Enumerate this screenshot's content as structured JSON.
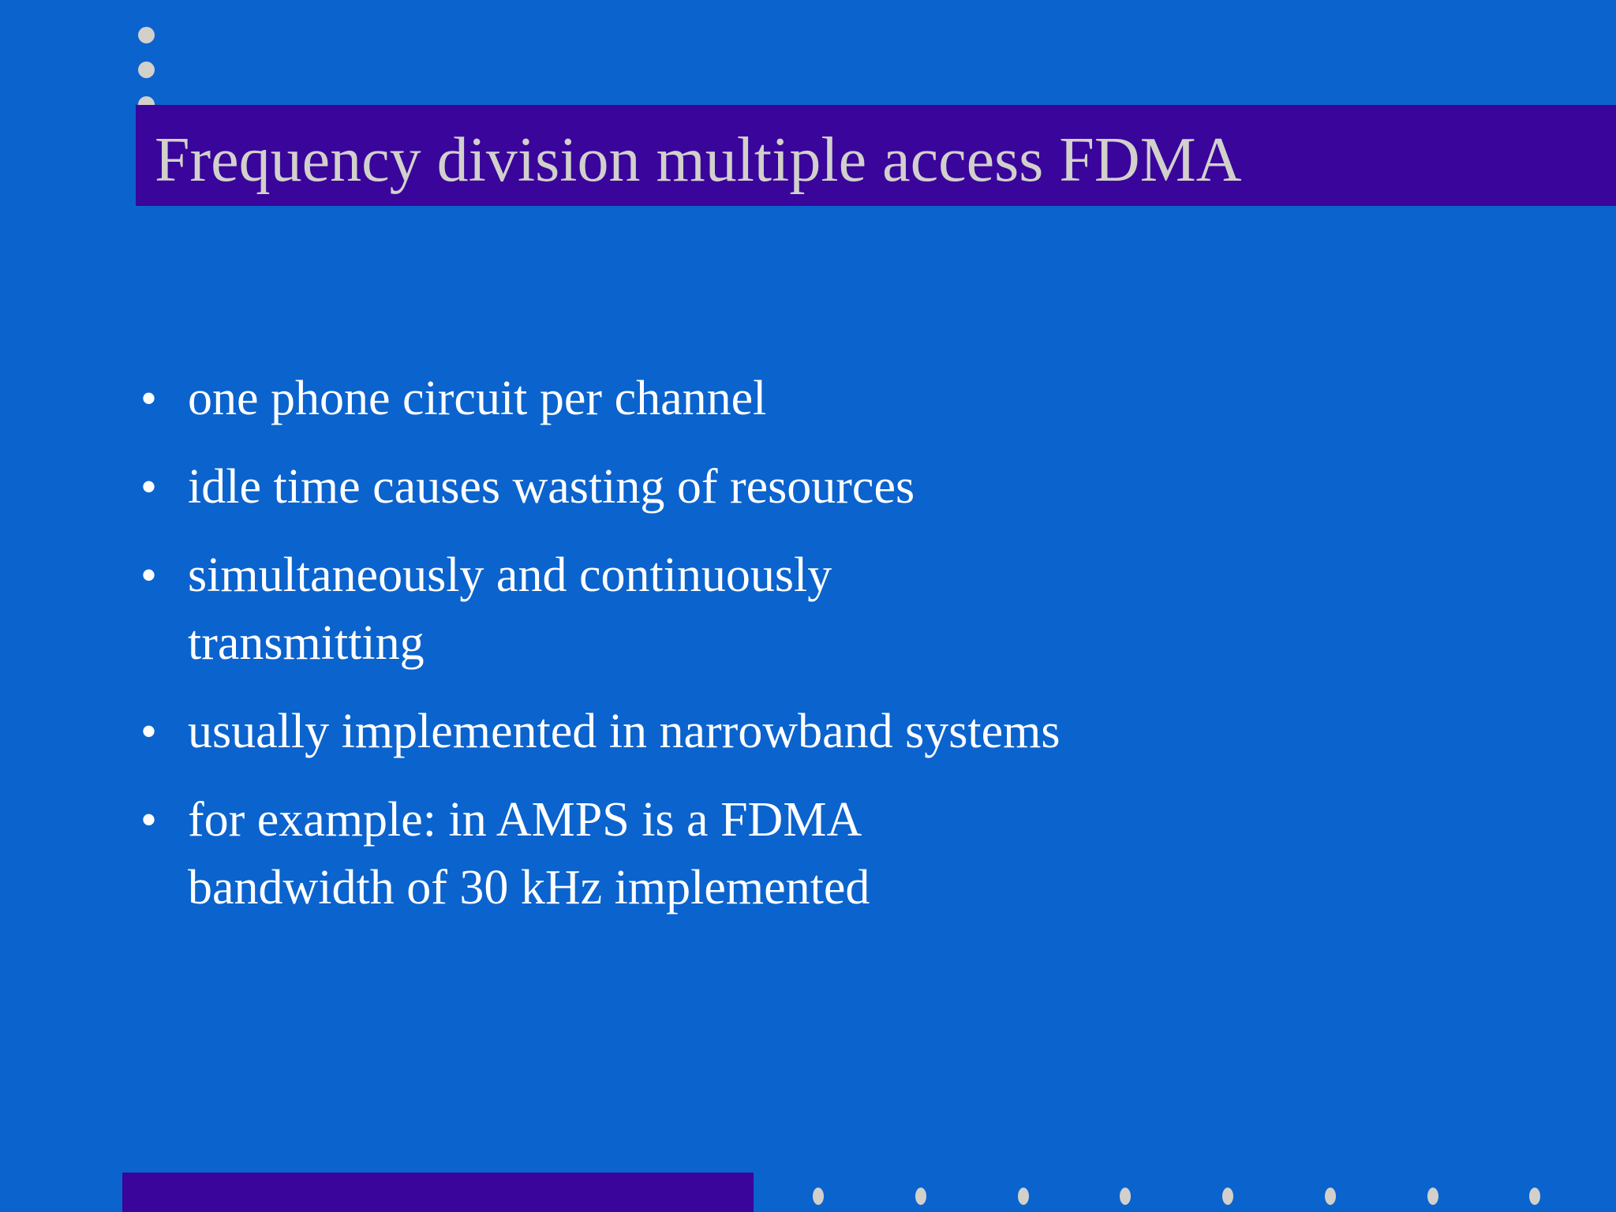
{
  "slide": {
    "background_color": "#0b63ce",
    "accent_color": "#3a059b",
    "title_text_color": "#d2d0cb",
    "body_text_color": "#ffffff",
    "dot_color": "#d2d0cb"
  },
  "title": {
    "text": "Frequency division multiple access FDMA"
  },
  "body": {
    "bullet_glyph": "•",
    "items": [
      {
        "line1": "one phone circuit per channel",
        "line2": ""
      },
      {
        "line1": "idle time causes wasting of resources",
        "line2": ""
      },
      {
        "line1": "simultaneously and continuously",
        "line2": "transmitting"
      },
      {
        "line1": "usually implemented in narrowband systems",
        "line2": ""
      },
      {
        "line1": "for example: in AMPS is a FDMA",
        "line2": "bandwidth of 30 kHz implemented"
      }
    ]
  },
  "decor": {
    "top_dots_count": 3,
    "bottom_dots_count": 8
  }
}
